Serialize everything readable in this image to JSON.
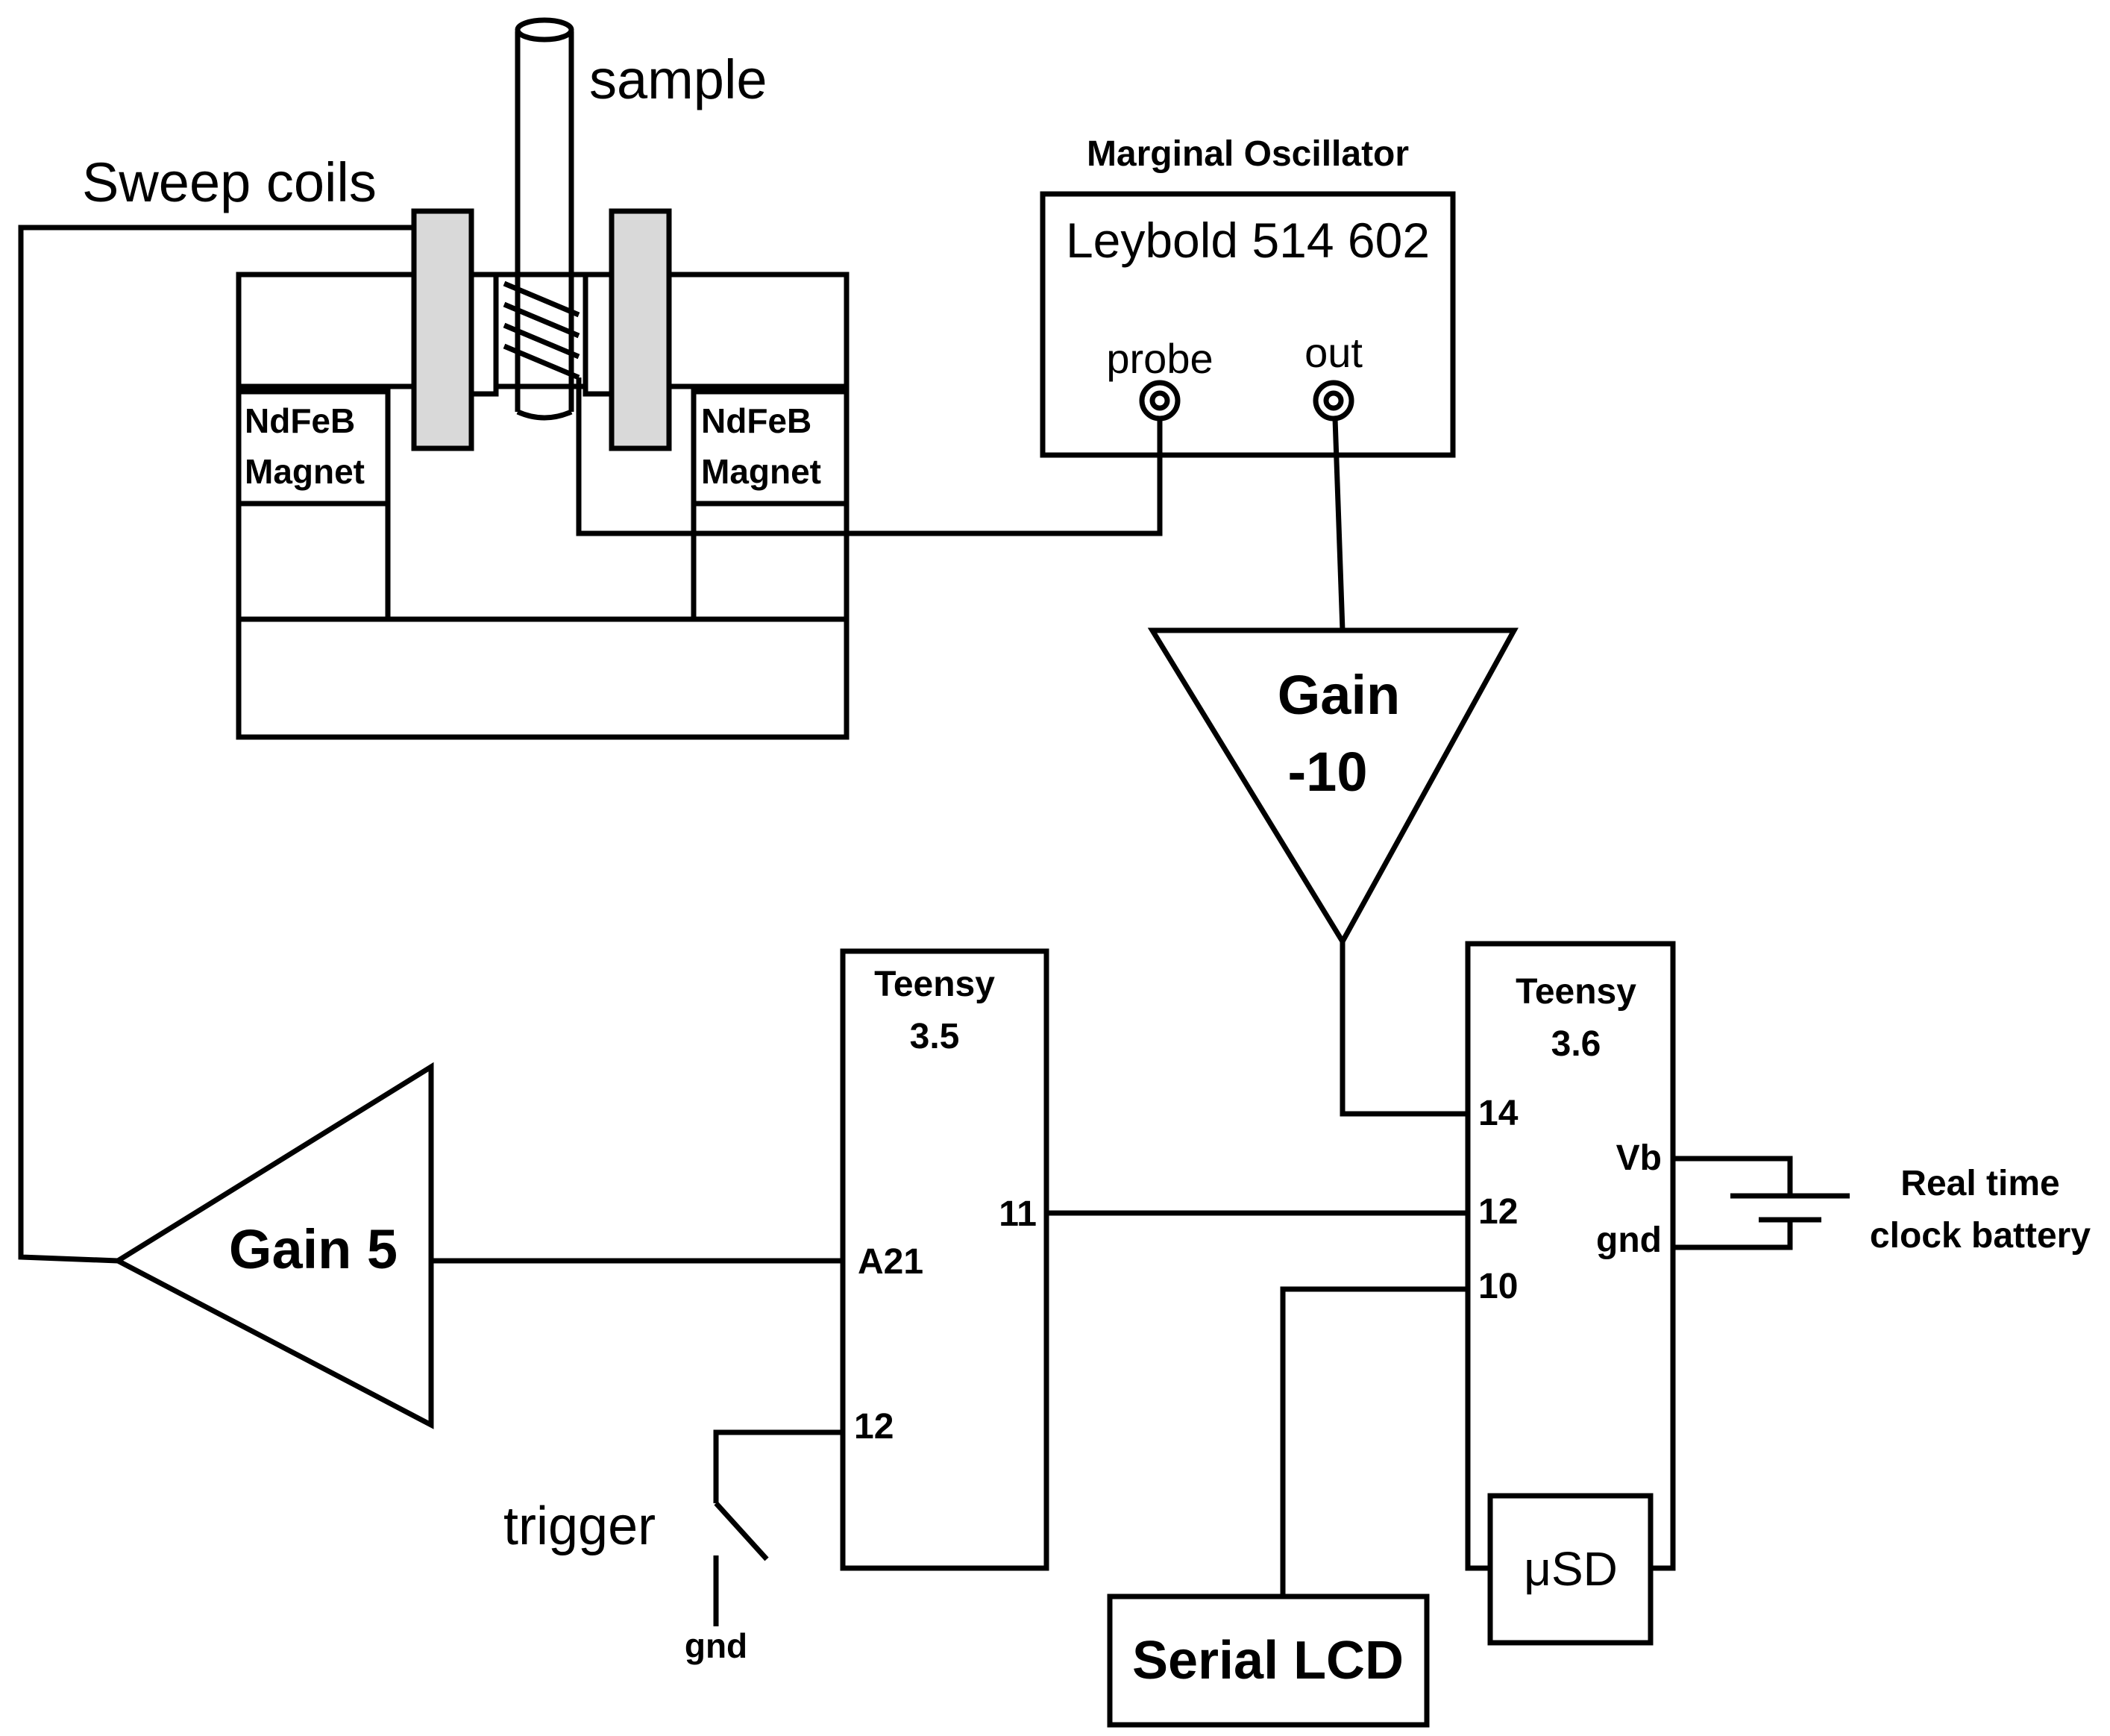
{
  "labels": {
    "sample": "sample",
    "sweep_coils": "Sweep coils",
    "magnet_left_line1": "NdFeB",
    "magnet_left_line2": "Magnet",
    "magnet_right_line1": "NdFeB",
    "magnet_right_line2": "Magnet",
    "oscillator_title": "Marginal Oscillator",
    "oscillator_model": "Leybold 514 602",
    "probe": "probe",
    "out": "out",
    "gain_top_line1": "Gain",
    "gain_top_line2": "-10",
    "gain_left": "Gain 5",
    "teensy35_line1": "Teensy",
    "teensy35_line2": "3.5",
    "teensy35_pin_a21": "A21",
    "teensy35_pin_11": "11",
    "teensy35_pin_12": "12",
    "teensy36_line1": "Teensy",
    "teensy36_line2": "3.6",
    "teensy36_pin_14": "14",
    "teensy36_pin_12": "12",
    "teensy36_pin_10": "10",
    "teensy36_pin_vb": "Vb",
    "teensy36_pin_gnd": "gnd",
    "battery_line1": "Real time",
    "battery_line2": "clock battery",
    "usd": "μSD",
    "serial_lcd": "Serial LCD",
    "trigger": "trigger",
    "trigger_gnd": "gnd"
  },
  "colors": {
    "stroke": "#000000",
    "coil_fill": "#d9d9d9",
    "background": "#ffffff"
  }
}
